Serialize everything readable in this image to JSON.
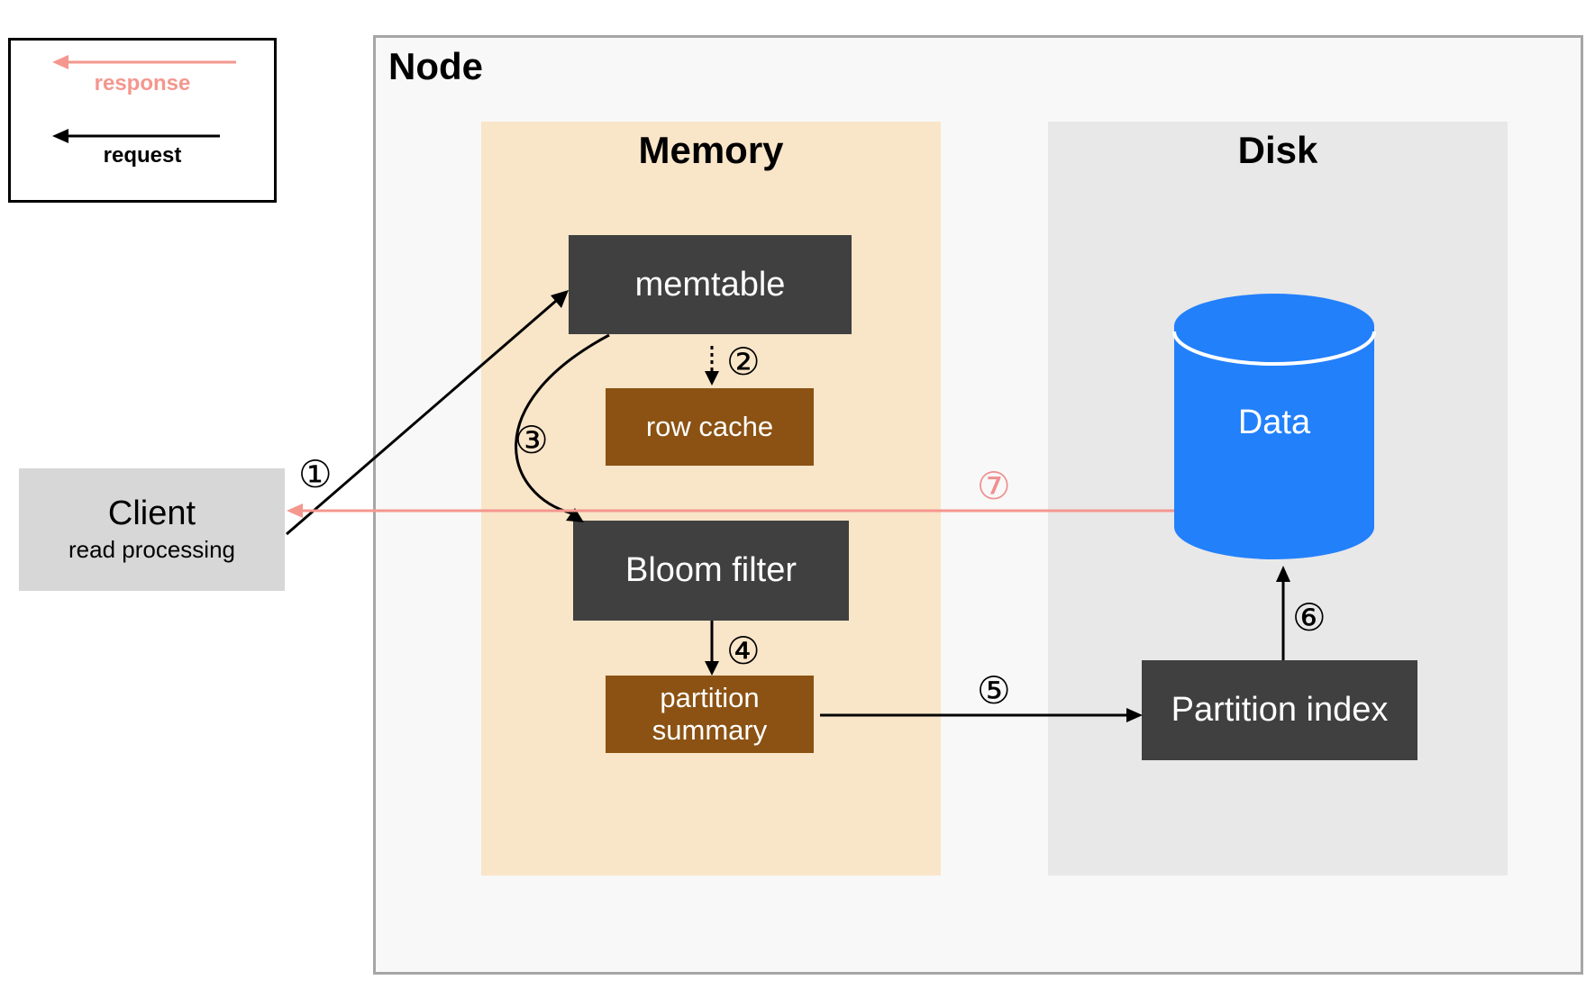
{
  "legend": {
    "response_label": "response",
    "request_label": "request"
  },
  "node": {
    "title": "Node",
    "memory": {
      "title": "Memory",
      "memtable": "memtable",
      "row_cache": "row cache",
      "bloom_filter": "Bloom filter",
      "partition_summary_line1": "partition",
      "partition_summary_line2": "summary"
    },
    "disk": {
      "title": "Disk",
      "data": "Data",
      "partition_index": "Partition index"
    }
  },
  "client": {
    "title": "Client",
    "subtitle": "read processing"
  },
  "steps": {
    "s1": "①",
    "s2": "②",
    "s3": "③",
    "s4": "④",
    "s5": "⑤",
    "s6": "⑥",
    "s7": "⑦"
  },
  "colors": {
    "response": "#f4978e",
    "request": "#000000",
    "dark_box": "#404040",
    "brown_box": "#8b5213",
    "database": "#2380fb",
    "memory_bg": "#f9e5c8",
    "disk_bg": "#e8e8e8",
    "client_bg": "#d7d7d7"
  }
}
